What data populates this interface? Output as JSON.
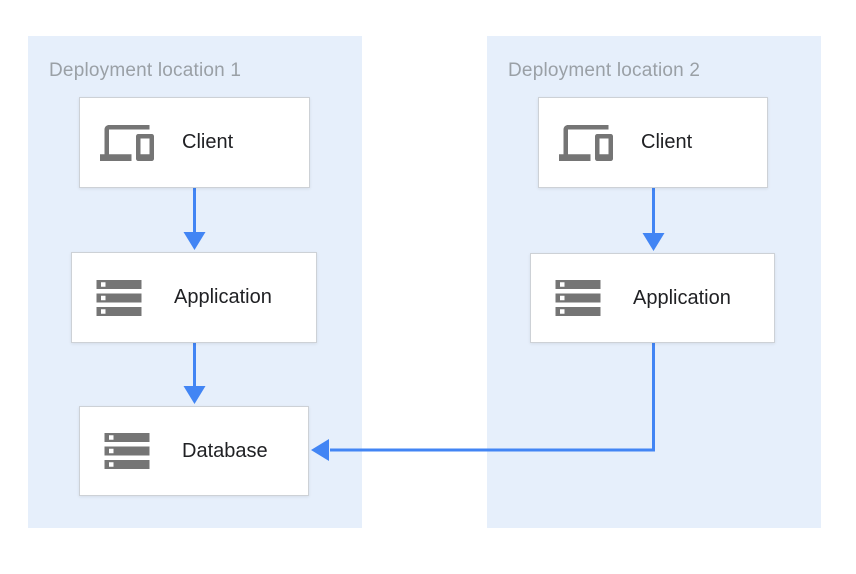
{
  "diagram": {
    "regions": [
      {
        "id": "location1",
        "label": "Deployment location 1"
      },
      {
        "id": "location2",
        "label": "Deployment location 2"
      }
    ],
    "nodes": [
      {
        "id": "client1",
        "label": "Client",
        "icon": "devices-icon",
        "region": "location1"
      },
      {
        "id": "app1",
        "label": "Application",
        "icon": "server-stack-icon",
        "region": "location1"
      },
      {
        "id": "db1",
        "label": "Database",
        "icon": "server-stack-icon",
        "region": "location1"
      },
      {
        "id": "client2",
        "label": "Client",
        "icon": "devices-icon",
        "region": "location2"
      },
      {
        "id": "app2",
        "label": "Application",
        "icon": "server-stack-icon",
        "region": "location2"
      }
    ],
    "edges": [
      {
        "from": "client1",
        "to": "app1",
        "style": "straight-down"
      },
      {
        "from": "app1",
        "to": "db1",
        "style": "straight-down"
      },
      {
        "from": "client2",
        "to": "app2",
        "style": "straight-down"
      },
      {
        "from": "app2",
        "to": "db1",
        "style": "elbow-down-left"
      }
    ],
    "colors": {
      "region_fill": "#E6EFFB",
      "region_label": "#9AA0A6",
      "node_border": "#CDD1D6",
      "node_text": "#202124",
      "icon": "#757575",
      "arrow": "#4285F4"
    }
  }
}
